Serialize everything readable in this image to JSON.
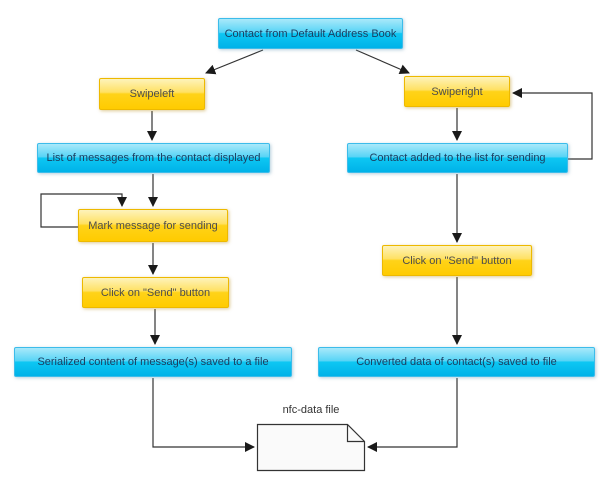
{
  "diagram": {
    "type": "flowchart",
    "background": "#ffffff",
    "colors": {
      "process_fill_top": "#a9e9fa",
      "process_fill_bottom": "#00b2e8",
      "process_border": "#3cbcea",
      "process_text": "#1c3e60",
      "action_fill_top": "#fdf3bb",
      "action_fill_bottom": "#ffcb00",
      "action_border": "#edb900",
      "action_text": "#4d4d4d",
      "connector": "#333333",
      "document_fill": "#fafafa",
      "document_border": "#333333"
    },
    "nodes": {
      "contact_book": {
        "label": "Contact from Default Address Book",
        "type": "process"
      },
      "swipeleft": {
        "label": "Swipeleft",
        "type": "action"
      },
      "swiperight": {
        "label": "Swiperight",
        "type": "action"
      },
      "list_messages": {
        "label": "List of messages from the contact displayed",
        "type": "process"
      },
      "contact_added": {
        "label": "Contact added to the list for sending",
        "type": "process"
      },
      "mark_message": {
        "label": "Mark message for sending",
        "type": "action"
      },
      "click_send_left": {
        "label": "Click on \"Send\" button",
        "type": "action"
      },
      "click_send_right": {
        "label": "Click on \"Send\" button",
        "type": "action"
      },
      "serialized": {
        "label": "Serialized content of message(s) saved to a file",
        "type": "process"
      },
      "converted": {
        "label": "Converted data of contact(s) saved to file",
        "type": "process"
      },
      "nfc_file": {
        "label": "nfc-data file",
        "type": "document"
      }
    },
    "edges": [
      {
        "from": "contact_book",
        "to": "swipeleft"
      },
      {
        "from": "contact_book",
        "to": "swiperight"
      },
      {
        "from": "swipeleft",
        "to": "list_messages"
      },
      {
        "from": "list_messages",
        "to": "mark_message"
      },
      {
        "from": "mark_message",
        "to": "mark_message",
        "note": "self-loop"
      },
      {
        "from": "mark_message",
        "to": "click_send_left"
      },
      {
        "from": "click_send_left",
        "to": "serialized"
      },
      {
        "from": "serialized",
        "to": "nfc_file"
      },
      {
        "from": "swiperight",
        "to": "contact_added"
      },
      {
        "from": "contact_added",
        "to": "swiperight",
        "note": "loop-back"
      },
      {
        "from": "contact_added",
        "to": "click_send_right"
      },
      {
        "from": "click_send_right",
        "to": "converted"
      },
      {
        "from": "converted",
        "to": "nfc_file"
      }
    ]
  }
}
